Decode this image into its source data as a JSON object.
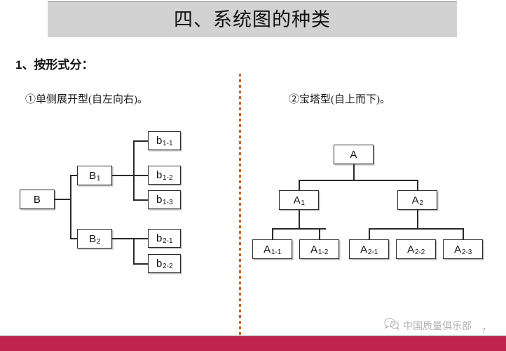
{
  "slide": {
    "title": "四、系统图的种类",
    "section_heading": "1、按形式分：",
    "banner_color": "#d2d2d2",
    "divider_color": "#c4642b",
    "footer_bar_color": "#c0234b"
  },
  "left_diagram": {
    "caption": "①单侧展开型(自左向右)。",
    "type": "tree-horizontal",
    "nodes": {
      "root": {
        "label": "B"
      },
      "level1": [
        {
          "label": "B",
          "sub": "1"
        },
        {
          "label": "B",
          "sub": "2"
        }
      ],
      "level2_b1": [
        {
          "label": "b",
          "sub": "1-1"
        },
        {
          "label": "b",
          "sub": "1-2"
        },
        {
          "label": "b",
          "sub": "1-3"
        }
      ],
      "level2_b2": [
        {
          "label": "b",
          "sub": "2-1"
        },
        {
          "label": "b",
          "sub": "2-2"
        }
      ]
    }
  },
  "right_diagram": {
    "caption": "②宝塔型(自上而下)。",
    "type": "tree-vertical",
    "nodes": {
      "root": {
        "label": "A"
      },
      "level1": [
        {
          "label": "A",
          "sub": "1"
        },
        {
          "label": "A",
          "sub": "2"
        }
      ],
      "level2_a1": [
        {
          "label": "A",
          "sub": "1-1"
        },
        {
          "label": "A",
          "sub": "1-2"
        }
      ],
      "level2_a2": [
        {
          "label": "A",
          "sub": "2-1"
        },
        {
          "label": "A",
          "sub": "2-2"
        },
        {
          "label": "A",
          "sub": "2-3"
        }
      ]
    }
  },
  "footer": {
    "watermark_text": "中国质量俱乐部",
    "watermark_icon": "wechat-icon",
    "page_number": "7"
  }
}
